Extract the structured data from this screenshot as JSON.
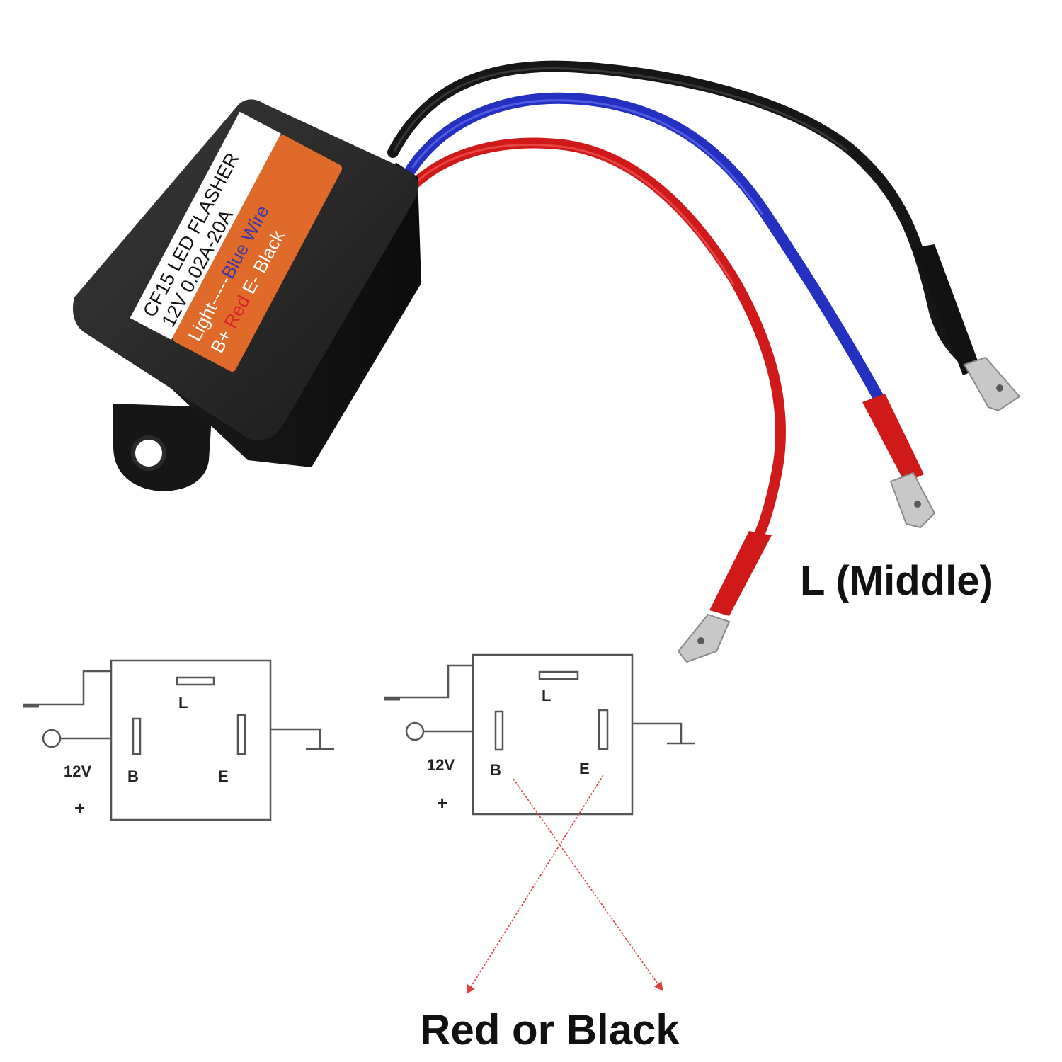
{
  "product": {
    "label_lines": [
      "CF15 LED FLASHER",
      "12V  0.02A-20A"
    ],
    "orange_lines": [
      {
        "parts": [
          {
            "text": "Light-----",
            "color": "#ffffff"
          },
          {
            "text": "Blue Wire",
            "color": "#3a3aa8"
          }
        ]
      },
      {
        "parts": [
          {
            "text": "B+ ",
            "color": "#ffffff"
          },
          {
            "text": "Red",
            "color": "#d8242a"
          },
          {
            "text": "  E- Black",
            "color": "#ffffff"
          }
        ]
      }
    ],
    "wire_colors": {
      "black": "#161616",
      "blue": "#2430c0",
      "red": "#d01a1a"
    }
  },
  "callouts": {
    "middle_terminal": "L (Middle)",
    "side_terminals": "Red or Black"
  },
  "schematics": [
    {
      "pin_top": "L",
      "pin_left": "B",
      "pin_right": "E",
      "voltage": "12V",
      "polarity": "+"
    },
    {
      "pin_top": "L",
      "pin_left": "B",
      "pin_right": "E",
      "voltage": "12V",
      "polarity": "+"
    }
  ],
  "colors": {
    "accent_orange": "#e06a2a",
    "arrow_red": "#e04040"
  }
}
